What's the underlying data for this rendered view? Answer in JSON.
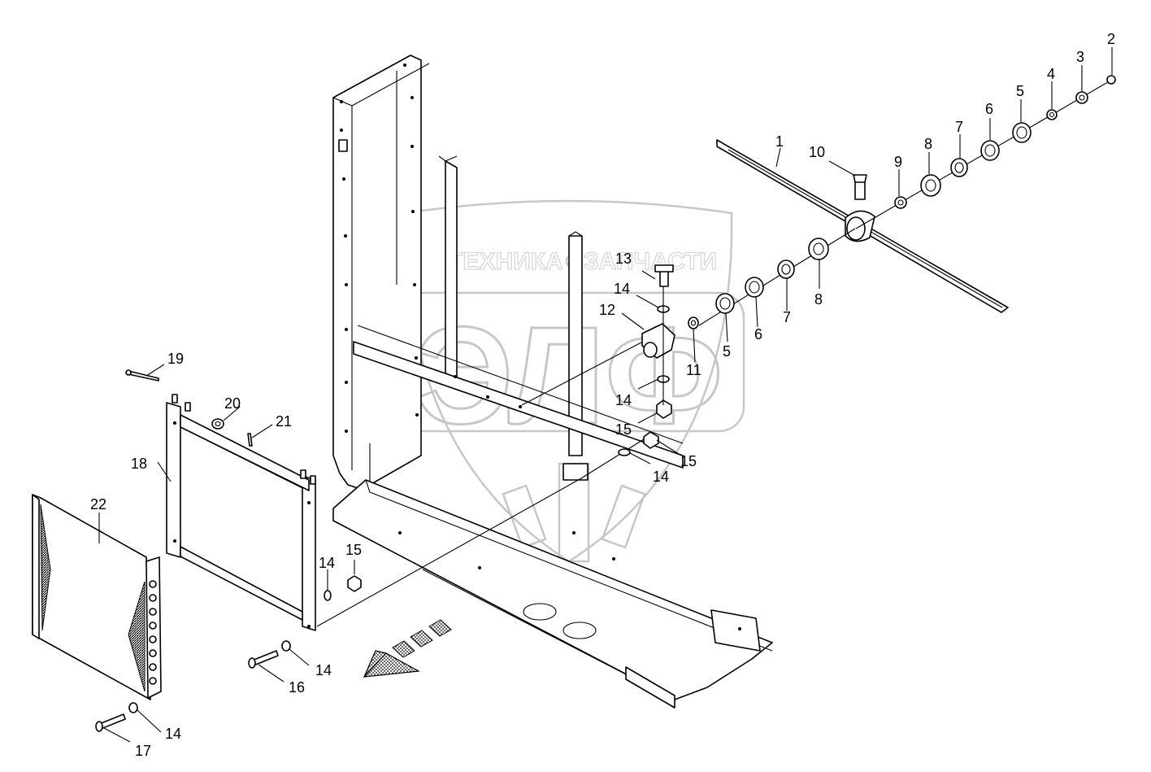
{
  "watermark": {
    "brand_left": "ТЕХНИКА",
    "brand_right": "ЗАПЧАСТИ",
    "emblem_letters": "ЭЛФ"
  },
  "callouts": [
    {
      "id": "c1",
      "label": "1"
    },
    {
      "id": "c2",
      "label": "2"
    },
    {
      "id": "c3",
      "label": "3"
    },
    {
      "id": "c4",
      "label": "4"
    },
    {
      "id": "c5a",
      "label": "5"
    },
    {
      "id": "c5b",
      "label": "5"
    },
    {
      "id": "c6a",
      "label": "6"
    },
    {
      "id": "c6b",
      "label": "6"
    },
    {
      "id": "c7a",
      "label": "7"
    },
    {
      "id": "c7b",
      "label": "7"
    },
    {
      "id": "c8a",
      "label": "8"
    },
    {
      "id": "c8b",
      "label": "8"
    },
    {
      "id": "c9",
      "label": "9"
    },
    {
      "id": "c10",
      "label": "10"
    },
    {
      "id": "c11",
      "label": "11"
    },
    {
      "id": "c12",
      "label": "12"
    },
    {
      "id": "c13",
      "label": "13"
    },
    {
      "id": "c14a",
      "label": "14"
    },
    {
      "id": "c14b",
      "label": "14"
    },
    {
      "id": "c14c",
      "label": "14"
    },
    {
      "id": "c14d",
      "label": "14"
    },
    {
      "id": "c14e",
      "label": "14"
    },
    {
      "id": "c14f",
      "label": "14"
    },
    {
      "id": "c15a",
      "label": "15"
    },
    {
      "id": "c15b",
      "label": "15"
    },
    {
      "id": "c15c",
      "label": "15"
    },
    {
      "id": "c16",
      "label": "16"
    },
    {
      "id": "c17",
      "label": "17"
    },
    {
      "id": "c18",
      "label": "18"
    },
    {
      "id": "c19",
      "label": "19"
    },
    {
      "id": "c20",
      "label": "20"
    },
    {
      "id": "c21",
      "label": "21"
    },
    {
      "id": "c22",
      "label": "22"
    }
  ],
  "colors": {
    "line": "#000000",
    "watermark": "#b8b8b8",
    "background": "#ffffff"
  }
}
